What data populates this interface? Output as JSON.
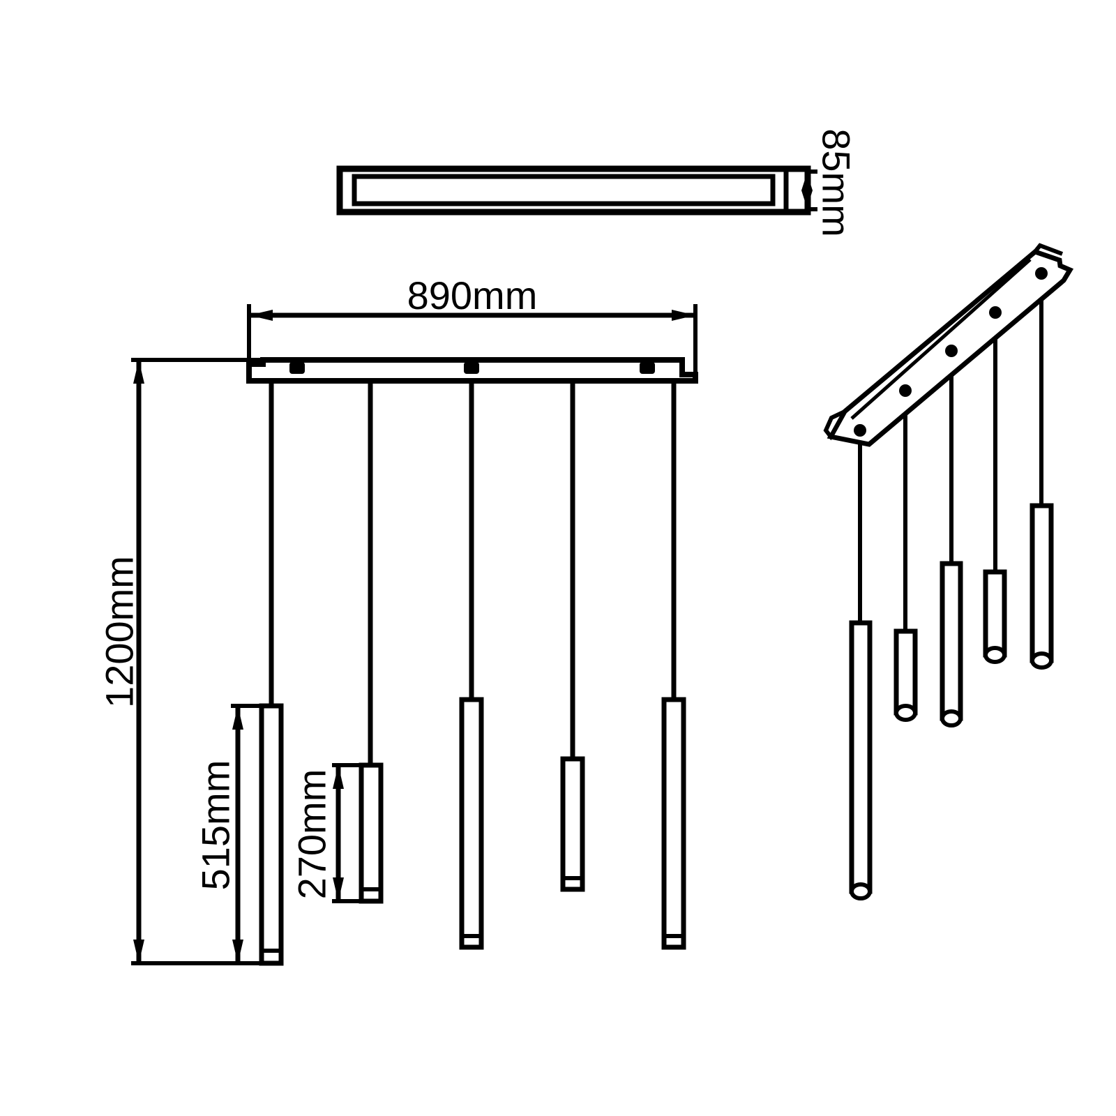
{
  "page": {
    "background_color": "#ffffff",
    "line_color": "#000000"
  },
  "labels": {
    "canopy_width": "890mm",
    "canopy_depth": "85mm",
    "overall_drop": "1200mm",
    "long_tube_length": "515mm",
    "short_tube_length": "270mm"
  }
}
